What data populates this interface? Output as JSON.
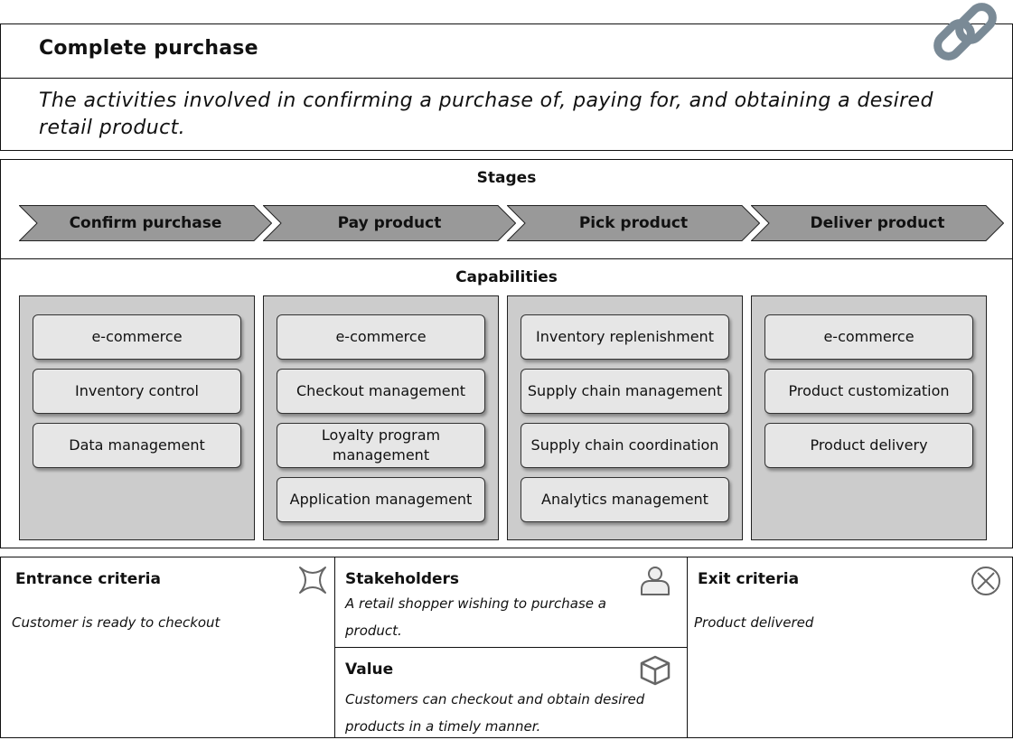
{
  "header": {
    "title": "Complete purchase",
    "description": "The activities involved in confirming a purchase of, paying for, and obtaining a desired retail product."
  },
  "stages": {
    "heading": "Stages",
    "items": [
      "Confirm purchase",
      "Pay product",
      "Pick product",
      "Deliver product"
    ]
  },
  "capabilities": {
    "heading": "Capabilities",
    "columns": [
      [
        "e-commerce",
        "Inventory control",
        "Data management"
      ],
      [
        "e-commerce",
        "Checkout management",
        "Loyalty program management",
        "Application management"
      ],
      [
        "Inventory replenishment",
        "Supply chain management",
        "Supply chain coordination",
        "Analytics management"
      ],
      [
        "e-commerce",
        "Product customization",
        "Product delivery"
      ]
    ]
  },
  "entrance": {
    "title": "Entrance criteria",
    "text": "Customer is ready to checkout"
  },
  "stakeholders": {
    "title": "Stakeholders",
    "text": "A retail shopper wishing to purchase a product."
  },
  "value": {
    "title": "Value",
    "text": "Customers can checkout and obtain desired products in a timely manner."
  },
  "exit": {
    "title": "Exit criteria",
    "text": "Product delivered"
  },
  "colors": {
    "stage_fill": "#999999",
    "capability_column": "#cccccc",
    "capability_card": "#e6e6e6",
    "icon_gray": "#7a8a96"
  },
  "icons": [
    "link-icon",
    "star-icon",
    "person-icon",
    "cube-icon",
    "cancel-circle-icon"
  ]
}
